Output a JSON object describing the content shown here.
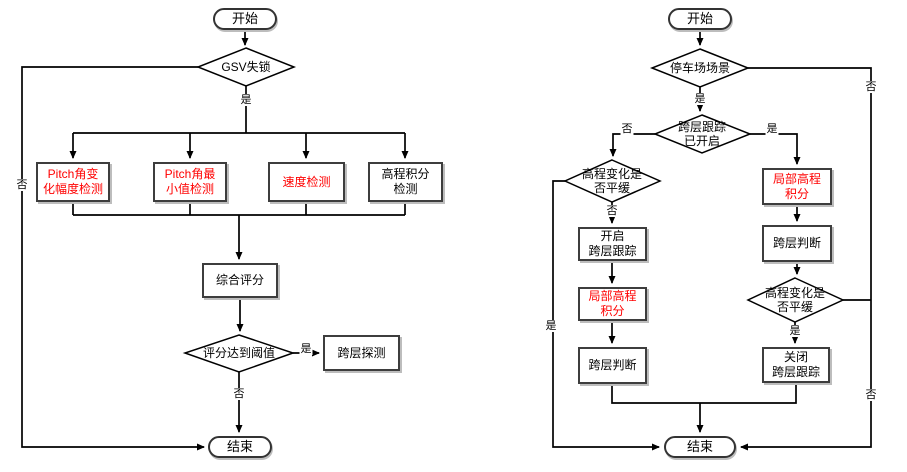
{
  "colors": {
    "highlight_text": "#ff0000",
    "normal_text": "#000000",
    "line": "#000000",
    "box_border": "#3d3d3d",
    "shadow": "#bdbdbd"
  },
  "labels": {
    "yes": "是",
    "no": "否"
  },
  "left_chart": {
    "start": "开始",
    "gsv_lost": "GSV失锁",
    "pitch_change": [
      "Pitch角变",
      "化幅度检测"
    ],
    "pitch_min": [
      "Pitch角最",
      "小值检测"
    ],
    "speed": "速度检测",
    "elevation_integral": [
      "高程积分",
      "检测"
    ],
    "score": "综合评分",
    "threshold": "评分达到阈值",
    "cross_layer_detect": "跨层探测",
    "end": "结束"
  },
  "right_chart": {
    "start": "开始",
    "parking_scene": "停车场场景",
    "tracking_enabled": [
      "跨层跟踪",
      "已开启"
    ],
    "elevation_smooth": [
      "高程变化是",
      "否平缓"
    ],
    "open_tracking": [
      "开启",
      "跨层跟踪"
    ],
    "local_elevation": [
      "局部高程",
      "积分"
    ],
    "cross_layer_judge": "跨层判断",
    "close_tracking": [
      "关闭",
      "跨层跟踪"
    ],
    "end": "结束"
  }
}
